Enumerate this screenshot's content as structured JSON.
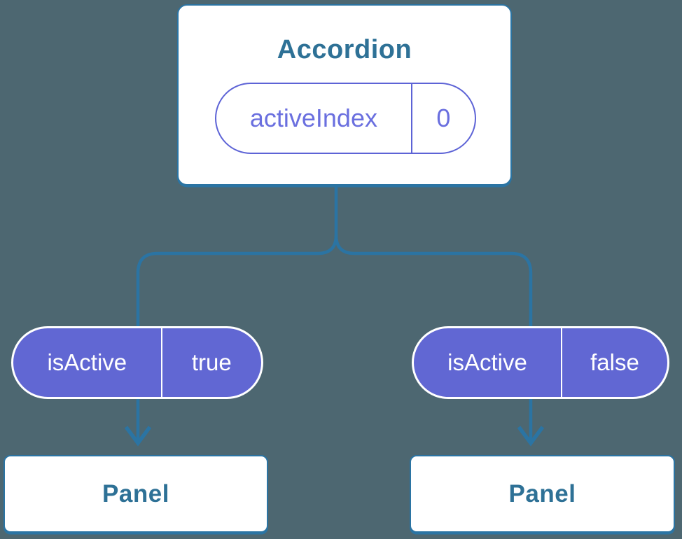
{
  "colors": {
    "background": "#4D6771",
    "accent_blue": "#2B74A3",
    "text_blue": "#2E7196",
    "pill_purple": "#6167D3",
    "pill_purple_border": "#5D63D6",
    "pill_purple_text": "#6A6FDF",
    "node_fill": "#FFFFFF"
  },
  "diagram": {
    "root": {
      "title": "Accordion",
      "state": {
        "name": "activeIndex",
        "value": "0"
      }
    },
    "children": [
      {
        "prop": {
          "name": "isActive",
          "value": "true"
        },
        "label": "Panel"
      },
      {
        "prop": {
          "name": "isActive",
          "value": "false"
        },
        "label": "Panel"
      }
    ]
  }
}
